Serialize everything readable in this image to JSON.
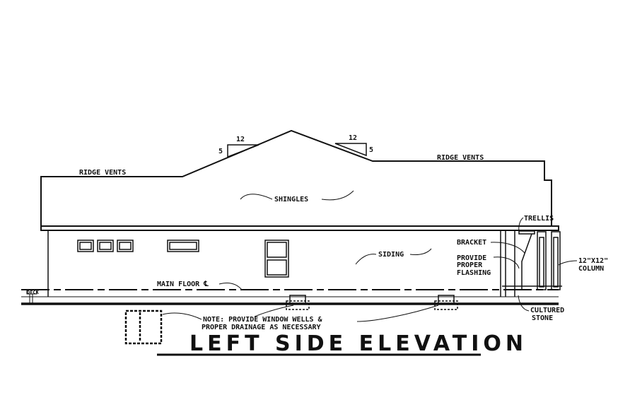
{
  "pitch_left": {
    "run": "12",
    "rise": "5"
  },
  "pitch_right": {
    "run": "12",
    "rise": "5"
  },
  "labels": {
    "ridge_vents_left": "RIDGE VENTS",
    "ridge_vents_right": "RIDGE VENTS",
    "shingles": "SHINGLES",
    "siding": "SIDING",
    "main_floor": "MAIN FLOOR ℄",
    "deck": "DECK",
    "trellis": "TRELLIS",
    "bracket": "BRACKET",
    "flashing": [
      "PROVIDE",
      "PROPER",
      "FLASHING"
    ],
    "column": [
      "12\"X12\"",
      "COLUMN"
    ],
    "cultured_stone": [
      "CULTURED",
      "STONE"
    ],
    "note": [
      "NOTE: PROVIDE WINDOW WELLS &",
      "PROPER DRAINAGE AS NECESSARY"
    ]
  },
  "title": "LEFT SIDE ELEVATION"
}
